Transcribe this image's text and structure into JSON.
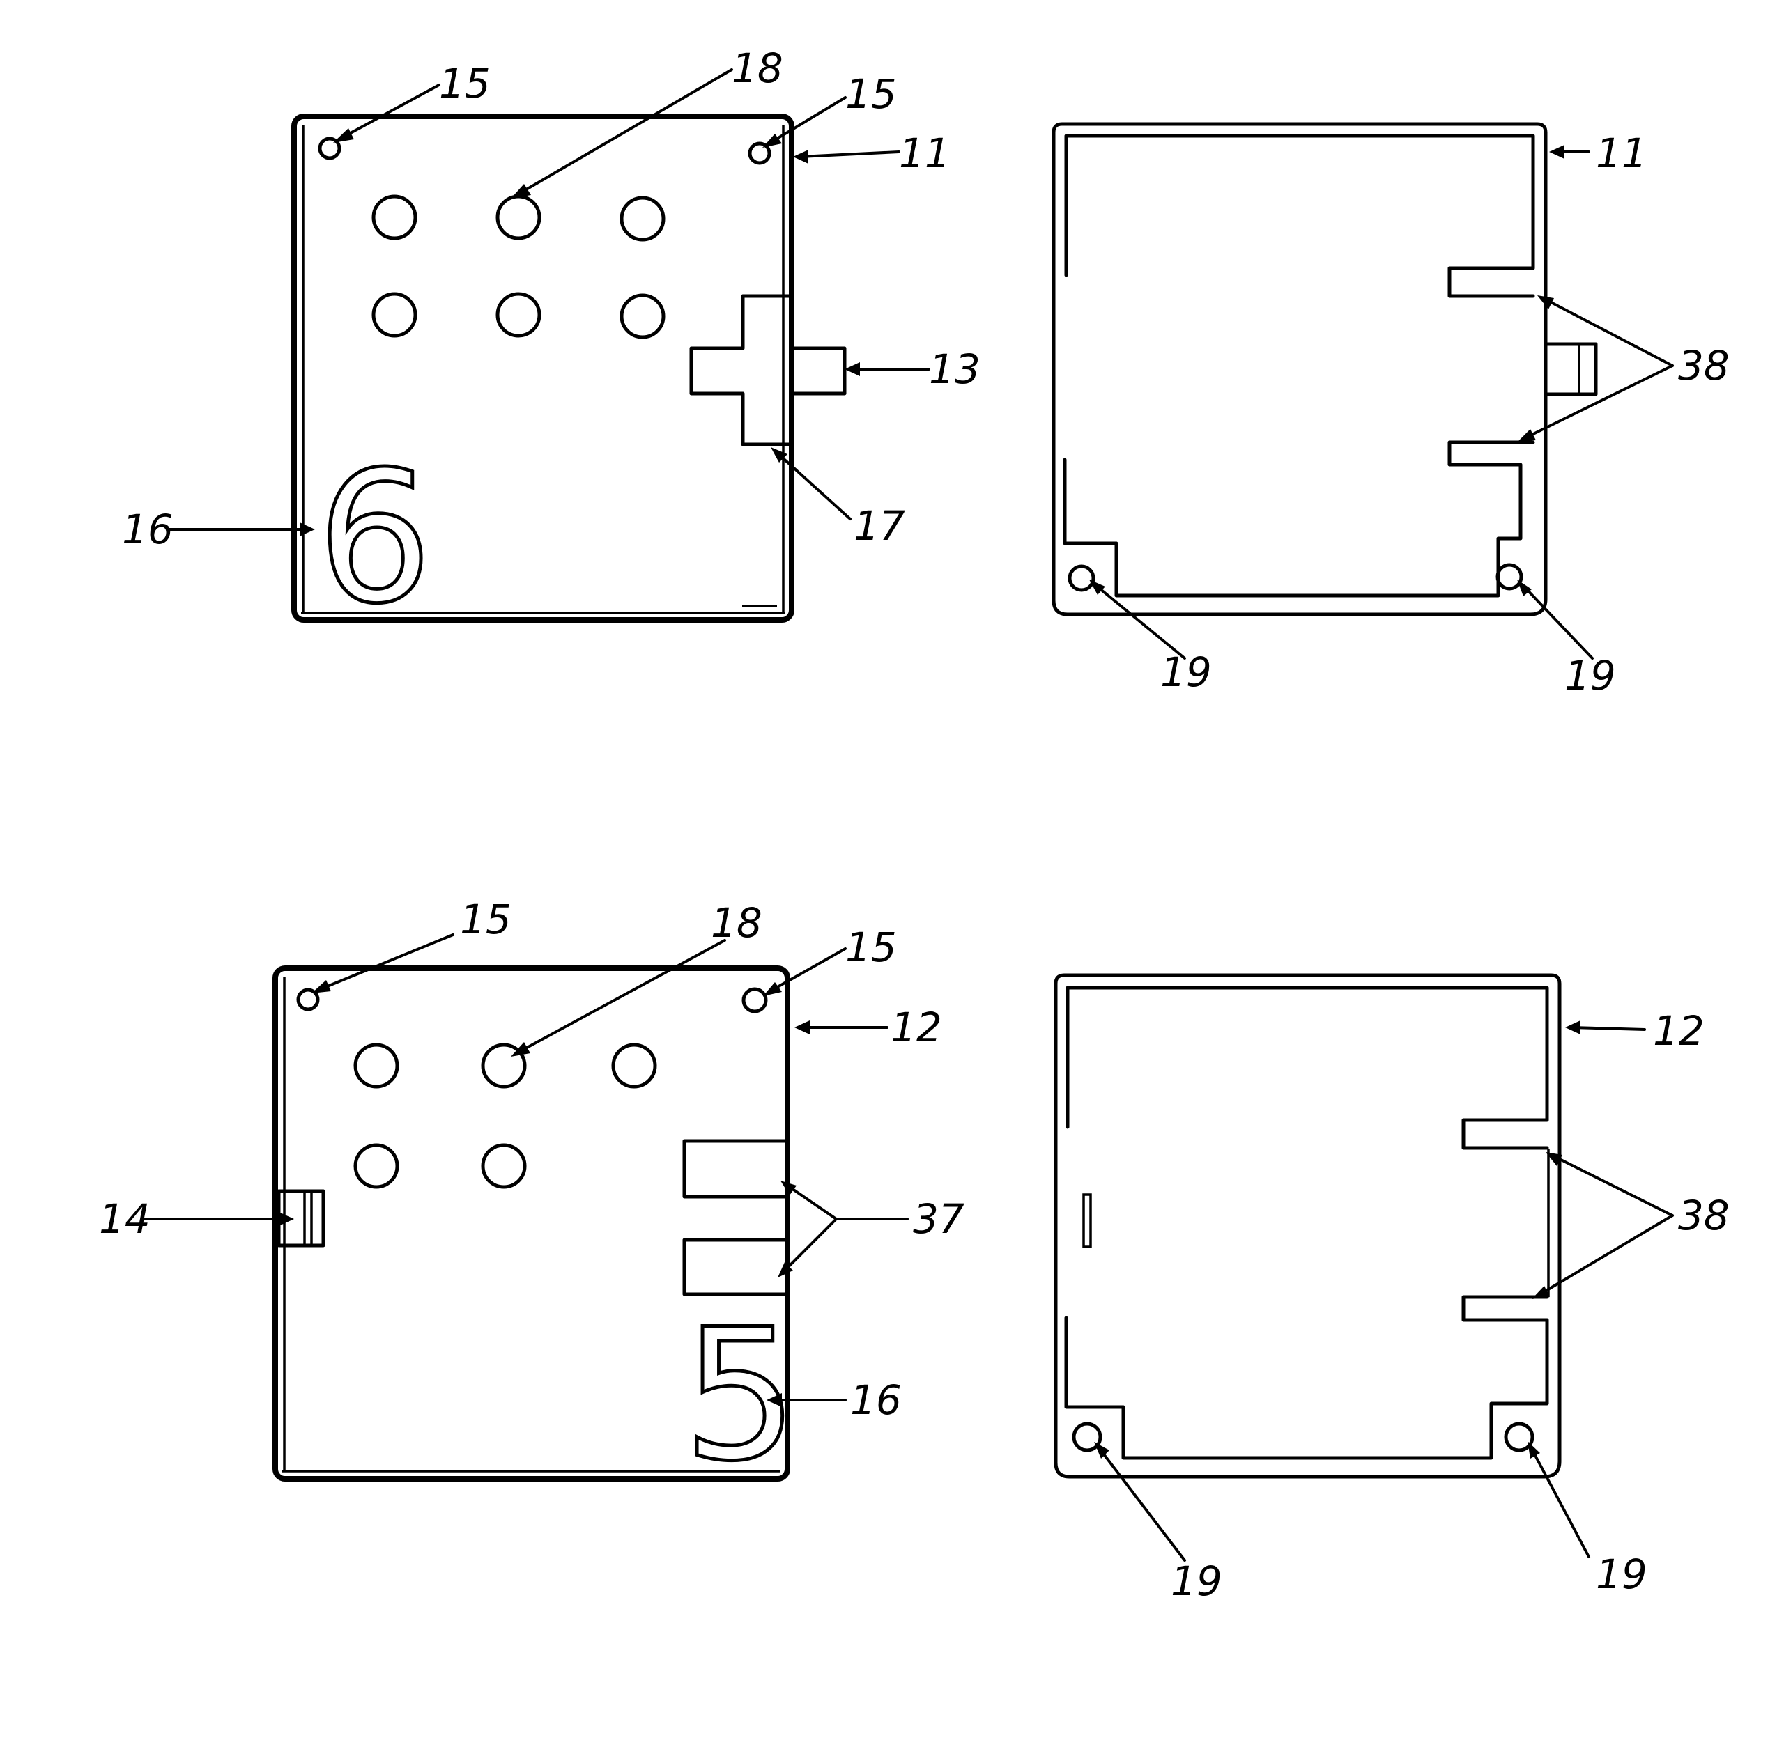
{
  "figure": {
    "labels": {
      "fig1_mount_left": "15",
      "fig1_pip": "18",
      "fig1_mount_right": "15",
      "fig1_part": "11",
      "fig1_connector": "13",
      "fig1_face_marker": "16",
      "fig1_edge": "17",
      "fig2_part": "11",
      "fig2_slots": "38",
      "fig2_hole_left": "19",
      "fig2_hole_right": "19",
      "fig3_mount_left": "15",
      "fig3_pip": "18",
      "fig3_mount_right": "15",
      "fig3_part": "12",
      "fig3_latch": "14",
      "fig3_tabs": "37",
      "fig3_face_marker": "16",
      "fig4_part": "12",
      "fig4_slots": "38",
      "fig4_hole_left": "19",
      "fig4_hole_right": "19"
    },
    "face_numbers": {
      "fig1": "6",
      "fig3": "5"
    },
    "colors": {
      "line": "#000000",
      "background": "#ffffff"
    }
  }
}
